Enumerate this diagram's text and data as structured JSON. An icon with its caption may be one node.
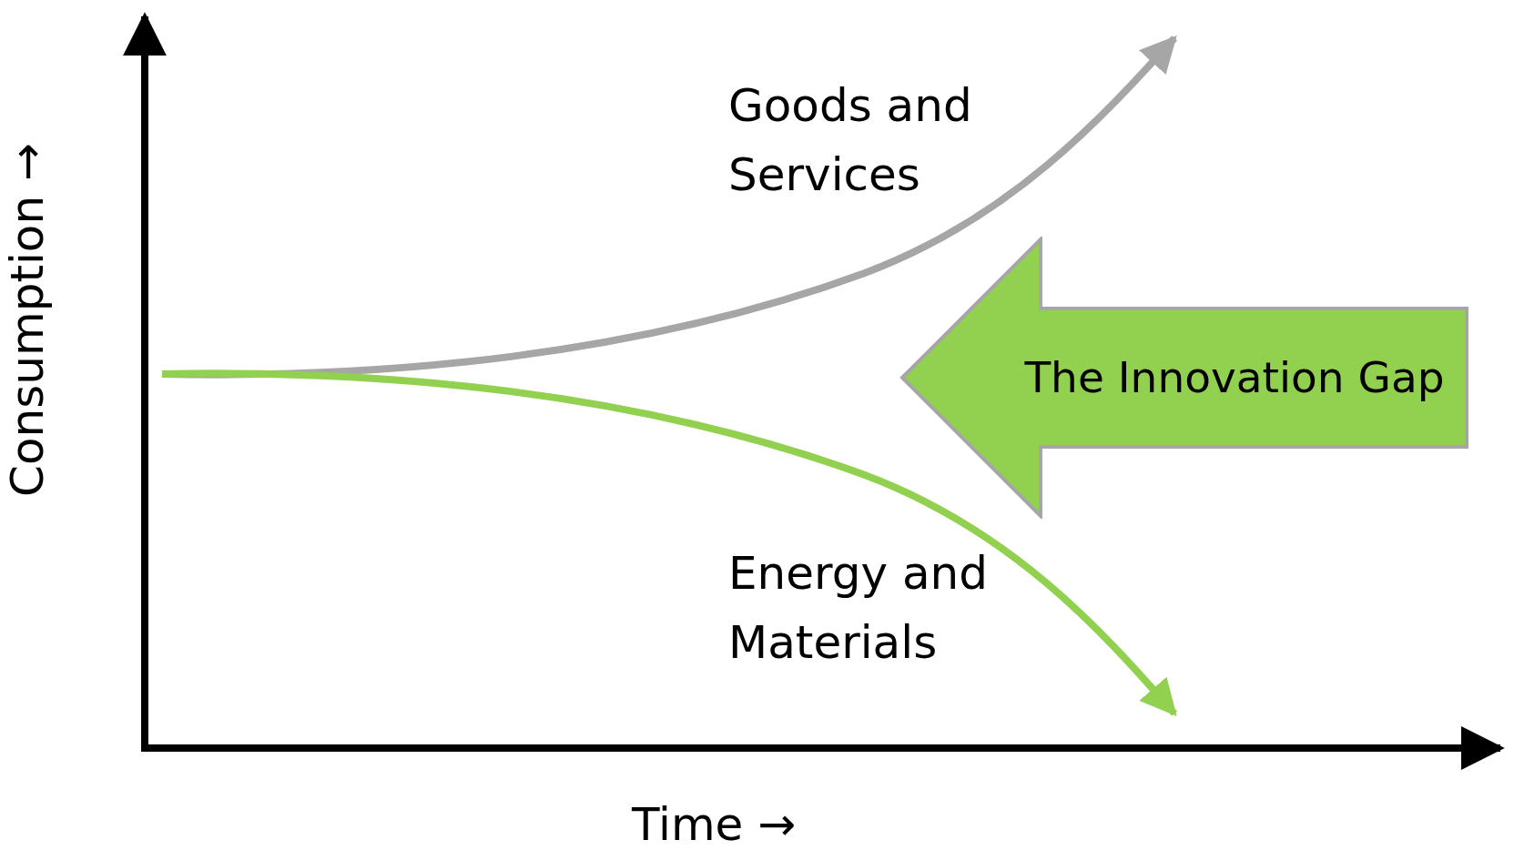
{
  "diagram": {
    "nodes": [
      {
        "text": [
          "The Innovation Gap"
        ]
      }
    ],
    "labels": [
      "Consumption →",
      "Goods and Services",
      "Energy and Materials",
      "Time →"
    ]
  }
}
